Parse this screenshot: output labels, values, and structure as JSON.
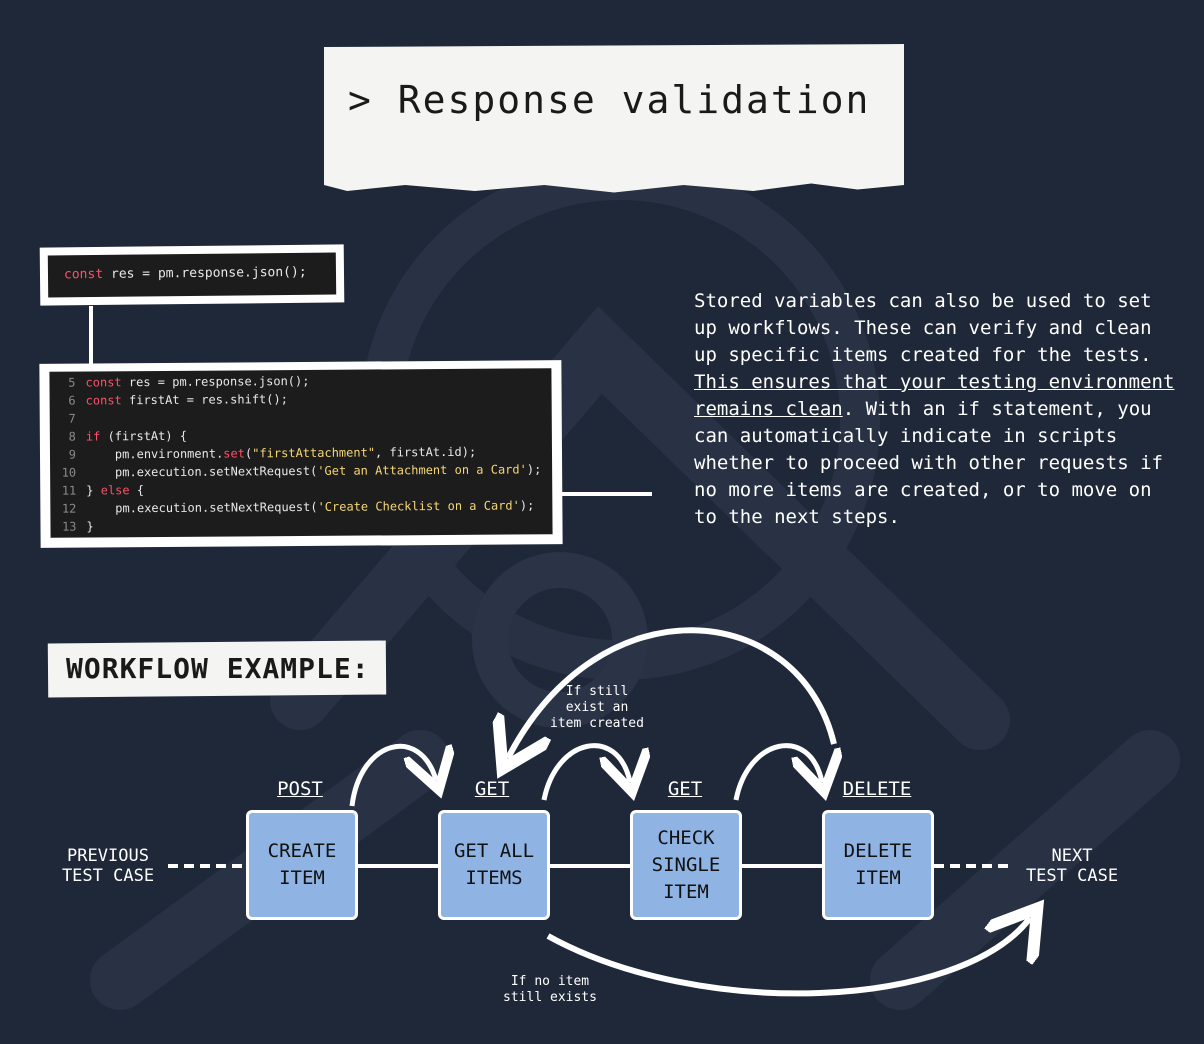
{
  "title": "> Response validation",
  "code_small": {
    "kw": "const",
    "rest": " res = pm.response.json();"
  },
  "code_big": {
    "line_numbers": [
      "5",
      "6",
      "7",
      "8",
      "9",
      "10",
      "11",
      "12",
      "13"
    ],
    "l5_kw": "const",
    "l5_rest": " res = pm.response.json();",
    "l6_kw": "const",
    "l6_rest": " firstAt = res.shift();",
    "l8_kw": "if",
    "l8_rest": " (firstAt) {",
    "l9_a": "    pm.environment.",
    "l9_fn": "set",
    "l9_b": "(",
    "l9_str": "\"firstAttachment\"",
    "l9_c": ", firstAt.id);",
    "l10_a": "    pm.execution.setNextRequest(",
    "l10_str": "'Get an Attachment on a Card'",
    "l10_c": ");",
    "l11_a": "} ",
    "l11_kw": "else",
    "l11_c": " {",
    "l12_a": "    pm.execution.setNextRequest(",
    "l12_str": "'Create Checklist on a Card'",
    "l12_c": ");",
    "l13_a": "}"
  },
  "description": {
    "part1": "Stored variables can also be used to set up workflows. These can verify and clean up specific items created for the tests. ",
    "underlined": "This ensures that your testing environment remains clean",
    "part2": ". With an if statement, you can automatically indicate in scripts whether to proceed with other requests if no more items are created, or to move on to the next steps."
  },
  "workflow_label": "WORKFLOW EXAMPLE:",
  "workflow": {
    "previous": "PREVIOUS\nTEST CASE",
    "next": "NEXT\nTEST CASE",
    "steps": [
      {
        "method": "POST",
        "label": "CREATE\nITEM"
      },
      {
        "method": "GET",
        "label": "GET ALL\nITEMS"
      },
      {
        "method": "GET",
        "label": "CHECK\nSINGLE\nITEM"
      },
      {
        "method": "DELETE",
        "label": "DELETE\nITEM"
      }
    ],
    "note_loop": "If still\nexist an\nitem created",
    "note_exit": "If no item\nstill exists"
  },
  "colors": {
    "background": "#1f2838",
    "box_fill": "#8fb3e3",
    "keyword": "#ff4f6b",
    "string": "#f7d774"
  }
}
